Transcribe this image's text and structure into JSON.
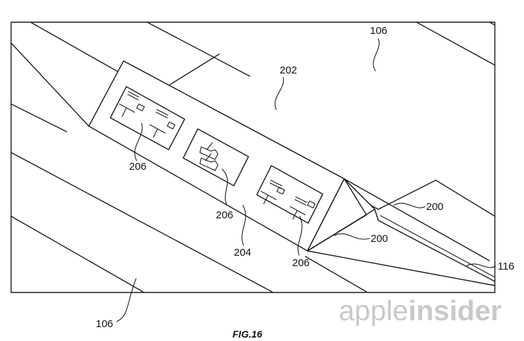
{
  "figure": {
    "caption": "FIG.16",
    "reference_numerals": {
      "roof_top": "106",
      "roof_bottom": "106",
      "ridge_upper": "202",
      "outlet_left": "206",
      "outlet_center": "206",
      "outlet_right": "206",
      "ridge_face": "204",
      "end_cap_upper": "200",
      "end_cap_lower": "200",
      "rail": "116"
    }
  },
  "watermark": {
    "part1": "apple",
    "part2": "insider"
  }
}
